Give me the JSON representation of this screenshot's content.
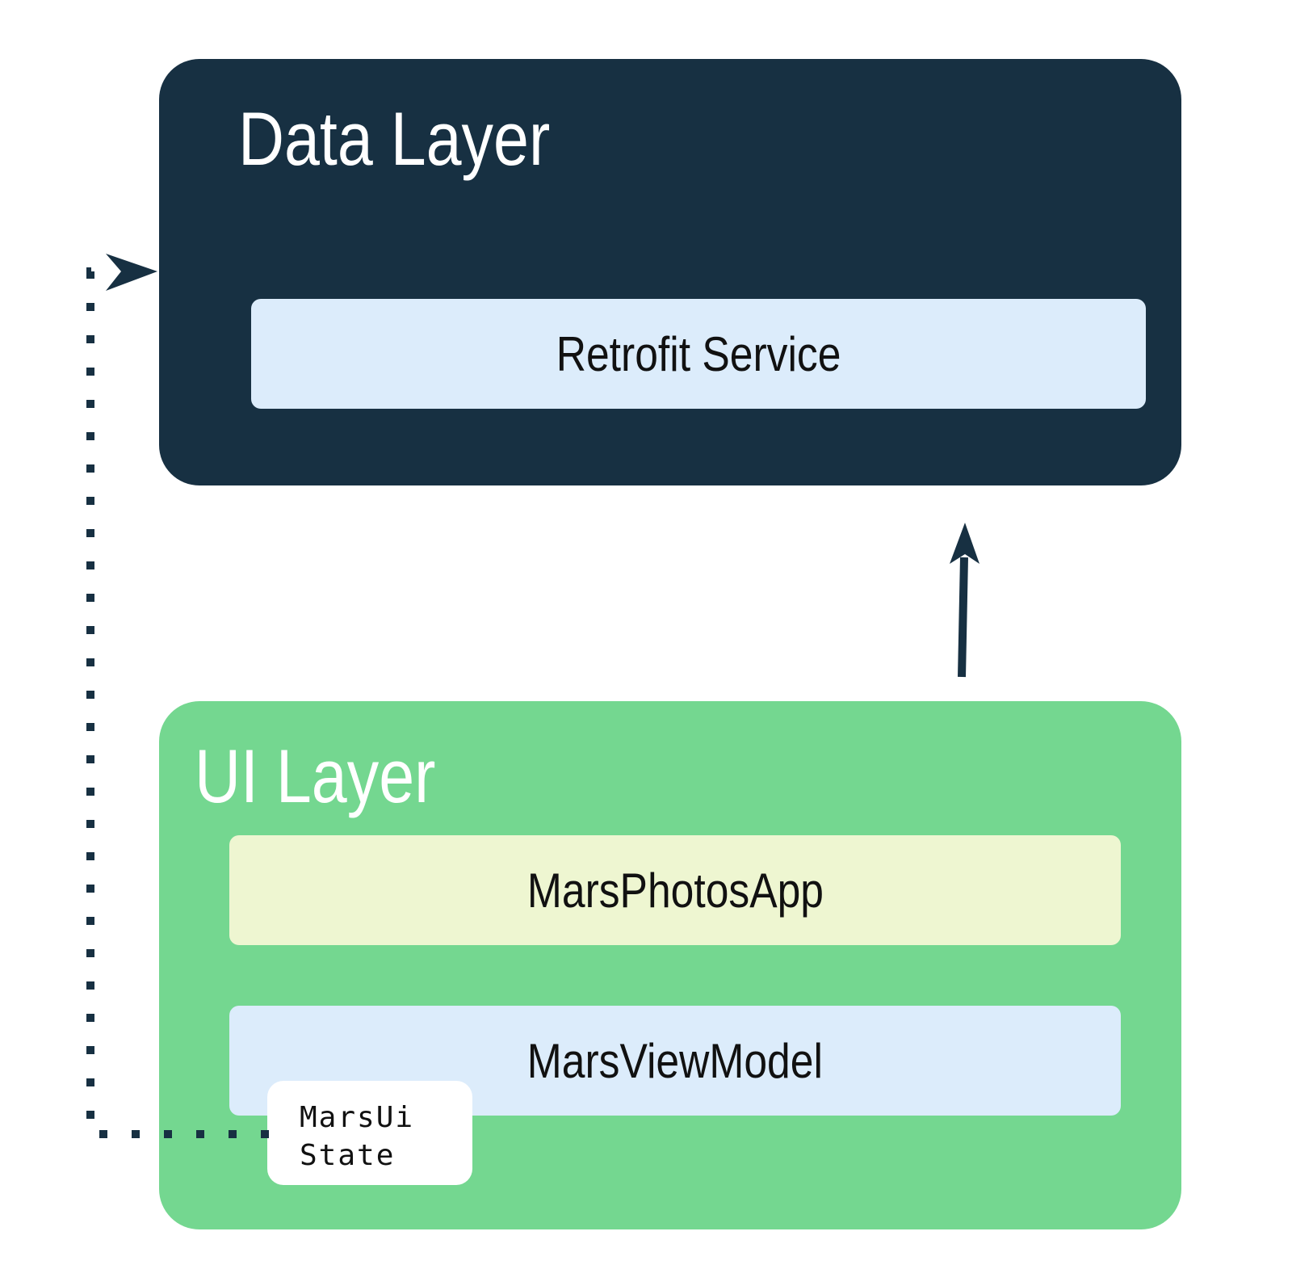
{
  "data_layer": {
    "title": "Data Layer",
    "components": [
      {
        "label": "Retrofit Service"
      }
    ]
  },
  "ui_layer": {
    "title": "UI Layer",
    "components": [
      {
        "label": "MarsPhotosApp"
      },
      {
        "label": "MarsViewModel"
      }
    ],
    "state": {
      "lines": [
        "MarsUi",
        "State"
      ]
    }
  },
  "colors": {
    "data_layer_bg": "#173042",
    "ui_layer_bg": "#74d790",
    "service_box": "#dcecfb",
    "app_box": "#eef6d1",
    "connector": "#173042"
  }
}
